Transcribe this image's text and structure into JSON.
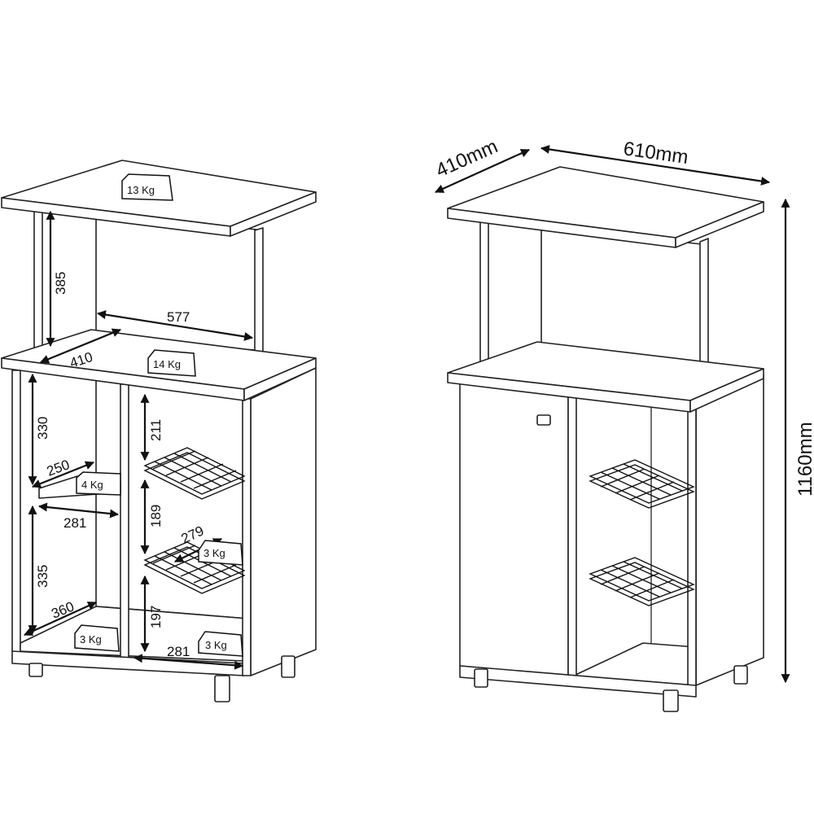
{
  "left_view": {
    "top_load": "13 Kg",
    "top_height": "385",
    "top_width": "577",
    "top_depth": "410",
    "middle_load": "14 Kg",
    "left_upper_height": "330",
    "left_shelf_depth": "250",
    "left_shelf_load": "4 Kg",
    "left_shelf_width": "281",
    "left_lower_height": "335",
    "left_bottom_depth": "360",
    "left_bottom_load": "3 Kg",
    "right_upper_height": "211",
    "right_middle_height": "189",
    "rack_depth": "279",
    "rack_load": "3 Kg",
    "right_lower_height": "197",
    "right_bottom_width": "281",
    "right_bottom_load": "3 Kg"
  },
  "right_view": {
    "depth": "410mm",
    "width": "610mm",
    "height": "1160mm"
  }
}
